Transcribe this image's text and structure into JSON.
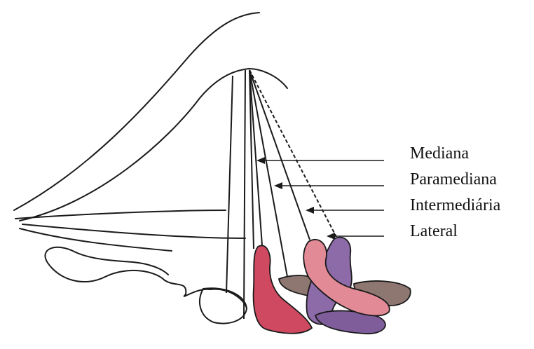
{
  "labels": {
    "median": "Mediana",
    "paramedian": "Paramediana",
    "intermediate": "Intermediária",
    "lateral": "Lateral"
  },
  "colors": {
    "outline": "#1a1a1a",
    "median_region": "#cf4a61",
    "paramedian_region": "#8d7770",
    "intermediate_region": "#e38a97",
    "lateral_region": "#8d6aa8",
    "lateral_lobe": "#7f5d9b"
  }
}
